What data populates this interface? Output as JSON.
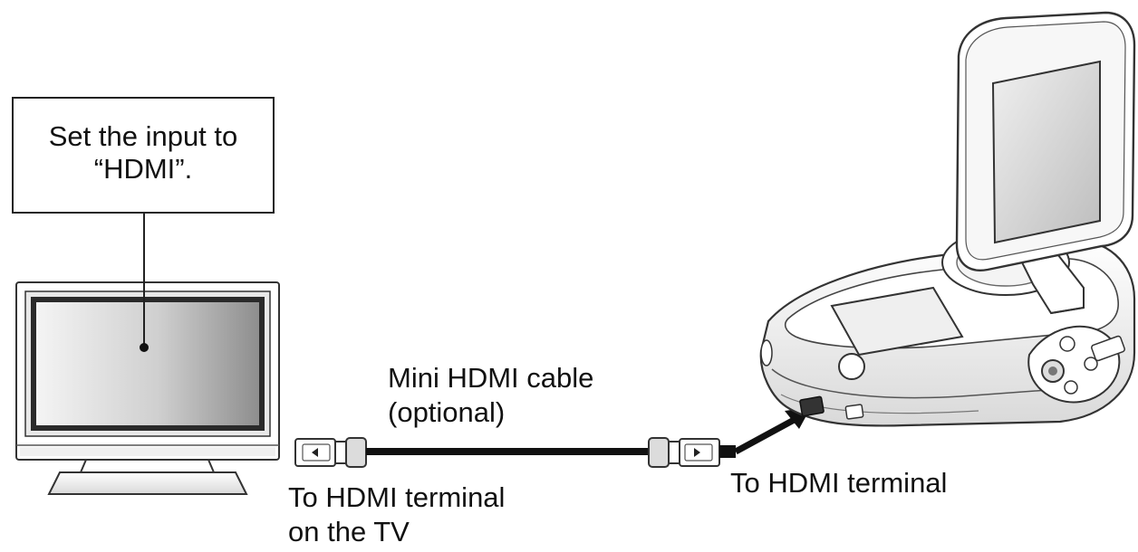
{
  "callout": {
    "line1": "Set the input to",
    "line2": "“HDMI”."
  },
  "cable": {
    "label_line1": "Mini HDMI cable",
    "label_line2": "(optional)"
  },
  "tv_terminal": {
    "line1": "To HDMI terminal",
    "line2": "on the TV"
  },
  "camera_terminal": {
    "label": "To HDMI terminal"
  },
  "colors": {
    "line": "#111111",
    "outline": "#333333",
    "screen_dark": "#2a2a2a",
    "screen_gradient_light": "#f2f2f2",
    "screen_gradient_dark": "#9a9a9a",
    "body_fill": "#ffffff"
  },
  "icons": [
    "tv-icon",
    "camcorder-icon",
    "hdmi-plug-icon",
    "mini-hdmi-plug-icon"
  ]
}
